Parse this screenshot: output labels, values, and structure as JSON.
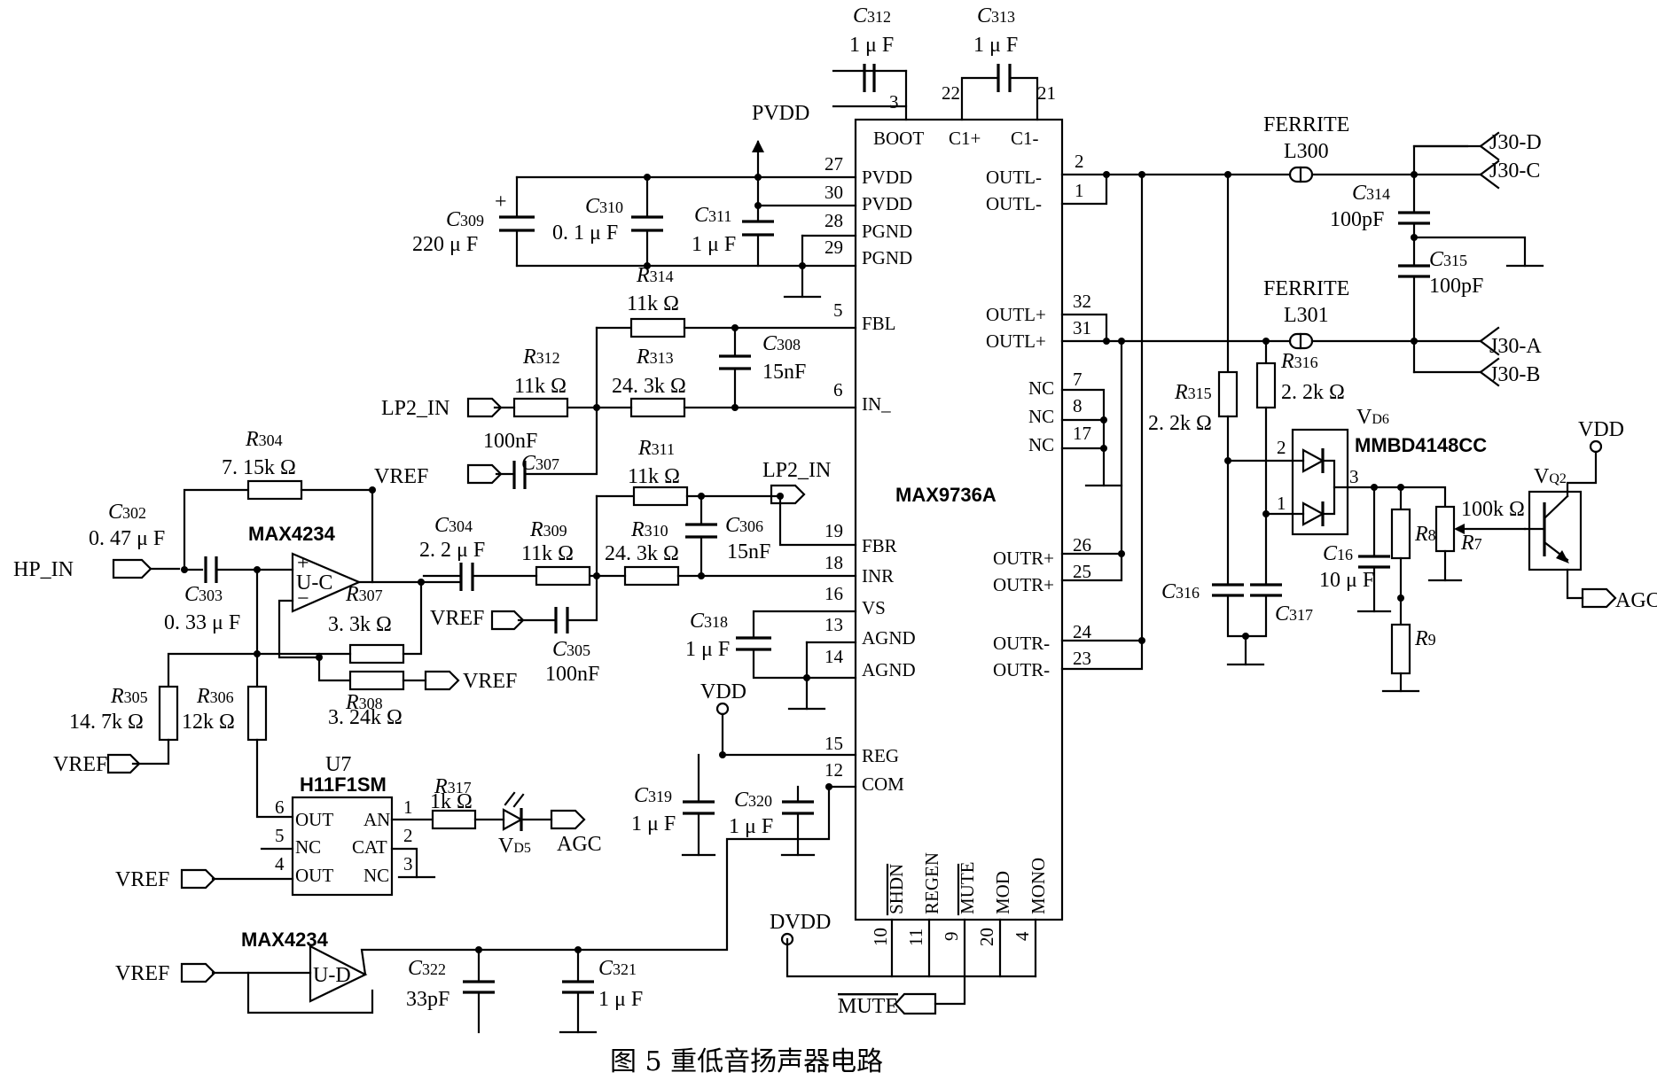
{
  "ic_main": "MAX9736A",
  "opamp_label": "MAX4234",
  "opto": {
    "ref": "U7",
    "part": "H11F1SM"
  },
  "diode_part": "MMBD4148CC",
  "caption": "图 5  重低音扬声器电路",
  "pins_left": [
    {
      "num": "27",
      "name": "PVDD"
    },
    {
      "num": "30",
      "name": "PVDD"
    },
    {
      "num": "28",
      "name": "PGND"
    },
    {
      "num": "29",
      "name": "PGND"
    },
    {
      "num": "5",
      "name": "FBL"
    },
    {
      "num": "6",
      "name": "IN_"
    },
    {
      "num": "19",
      "name": "FBR"
    },
    {
      "num": "18",
      "name": "INR"
    },
    {
      "num": "16",
      "name": "VS"
    },
    {
      "num": "13",
      "name": "AGND"
    },
    {
      "num": "14",
      "name": "AGND"
    },
    {
      "num": "15",
      "name": "REG"
    },
    {
      "num": "12",
      "name": "COM"
    }
  ],
  "pins_right": [
    {
      "num": "2",
      "name": "OUTL-"
    },
    {
      "num": "1",
      "name": "OUTL-"
    },
    {
      "num": "32",
      "name": "OUTL+"
    },
    {
      "num": "31",
      "name": "OUTL+"
    },
    {
      "num": "7",
      "name": "NC"
    },
    {
      "num": "8",
      "name": "NC"
    },
    {
      "num": "17",
      "name": "NC"
    },
    {
      "num": "26",
      "name": "OUTR+"
    },
    {
      "num": "25",
      "name": "OUTR+"
    },
    {
      "num": "24",
      "name": "OUTR-"
    },
    {
      "num": "23",
      "name": "OUTR-"
    }
  ],
  "pins_top": [
    {
      "num": "3",
      "name": "BOOT"
    },
    {
      "num": "22",
      "name": "C1+"
    },
    {
      "num": "21",
      "name": "C1-"
    }
  ],
  "pins_bottom": [
    {
      "num": "10",
      "name": "SHDN"
    },
    {
      "num": "11",
      "name": "REGEN"
    },
    {
      "num": "9",
      "name": "MUTE"
    },
    {
      "num": "20",
      "name": "MOD"
    },
    {
      "num": "4",
      "name": "MONO"
    }
  ],
  "components": {
    "C312": {
      "ref": "C",
      "sub": "312",
      "value": "1 μ F"
    },
    "C313": {
      "ref": "C",
      "sub": "313",
      "value": "1 μ F"
    },
    "C309": {
      "ref": "C",
      "sub": "309",
      "value": "220 μ F"
    },
    "C310": {
      "ref": "C",
      "sub": "310",
      "value": "0. 1 μ F"
    },
    "C311": {
      "ref": "C",
      "sub": "311",
      "value": "1 μ F"
    },
    "R314": {
      "ref": "R",
      "sub": "314",
      "value": "11k Ω"
    },
    "R312": {
      "ref": "R",
      "sub": "312",
      "value": "11k Ω"
    },
    "R313": {
      "ref": "R",
      "sub": "313",
      "value": "24. 3k Ω"
    },
    "C308": {
      "ref": "C",
      "sub": "308",
      "value": "15nF"
    },
    "C307": {
      "ref": "C",
      "sub": "307",
      "value": "100nF"
    },
    "R304": {
      "ref": "R",
      "sub": "304",
      "value": "7. 15k Ω"
    },
    "C302": {
      "ref": "C",
      "sub": "302",
      "value": "0. 47 μ F"
    },
    "C303": {
      "ref": "C",
      "sub": "303",
      "value": "0. 33 μ F"
    },
    "C304": {
      "ref": "C",
      "sub": "304",
      "value": "2. 2 μ F"
    },
    "R311": {
      "ref": "R",
      "sub": "311",
      "value": "11k Ω"
    },
    "R309": {
      "ref": "R",
      "sub": "309",
      "value": "11k Ω"
    },
    "R310": {
      "ref": "R",
      "sub": "310",
      "value": "24. 3k Ω"
    },
    "C306": {
      "ref": "C",
      "sub": "306",
      "value": "15nF"
    },
    "C305": {
      "ref": "C",
      "sub": "305",
      "value": "100nF"
    },
    "R307": {
      "ref": "R",
      "sub": "307",
      "value": "3. 3k Ω"
    },
    "R308": {
      "ref": "R",
      "sub": "308",
      "value": "3. 24k Ω"
    },
    "R305": {
      "ref": "R",
      "sub": "305",
      "value": "14. 7k Ω"
    },
    "R306": {
      "ref": "R",
      "sub": "306",
      "value": "12k Ω"
    },
    "C318": {
      "ref": "C",
      "sub": "318",
      "value": "1 μ F"
    },
    "C319": {
      "ref": "C",
      "sub": "319",
      "value": "1 μ F"
    },
    "C320": {
      "ref": "C",
      "sub": "320",
      "value": "1 μ F"
    },
    "R317": {
      "ref": "R",
      "sub": "317",
      "value": "1k Ω"
    },
    "C322": {
      "ref": "C",
      "sub": "322",
      "value": "33pF"
    },
    "C321": {
      "ref": "C",
      "sub": "321",
      "value": "1 μ F"
    },
    "L300": {
      "type": "FERRITE",
      "ref": "L300"
    },
    "L301": {
      "type": "FERRITE",
      "ref": "L301"
    },
    "C314": {
      "ref": "C",
      "sub": "314",
      "value": "100pF"
    },
    "C315": {
      "ref": "C",
      "sub": "315",
      "value": "100pF"
    },
    "R315": {
      "ref": "R",
      "sub": "315",
      "value": "2. 2k Ω"
    },
    "R316": {
      "ref": "R",
      "sub": "316",
      "value": "2. 2k Ω"
    },
    "C316": {
      "ref": "C",
      "sub": "316"
    },
    "C317": {
      "ref": "C",
      "sub": "317"
    },
    "C16": {
      "ref": "C",
      "sub": "16",
      "value": "10 μ F"
    },
    "R8": {
      "ref": "R",
      "sub": "8"
    },
    "R7": {
      "ref": "R",
      "sub": "7",
      "value": "100k Ω"
    },
    "R9": {
      "ref": "R",
      "sub": "9"
    },
    "VD5": {
      "ref": "V",
      "sub": "D5"
    },
    "VD6": {
      "ref": "V",
      "sub": "D6"
    },
    "VQ2": {
      "ref": "V",
      "sub": "Q2"
    }
  },
  "nets": {
    "pvdd": "PVDD",
    "vdd": "VDD",
    "dvdd": "DVDD",
    "vref": "VREF",
    "agc": "AGC",
    "lp2_in": "LP2_IN",
    "hp_in": "HP_IN",
    "mute": "MUTE",
    "j30a": "J30-A",
    "j30b": "J30-B",
    "j30c": "J30-C",
    "j30d": "J30-D"
  },
  "opamp_units": {
    "a": "U-C",
    "b": "U-D"
  },
  "opto_pins": [
    {
      "num": "6",
      "name": "OUT"
    },
    {
      "num": "5",
      "name": "NC"
    },
    {
      "num": "4",
      "name": "OUT"
    },
    {
      "num": "1",
      "name": "AN"
    },
    {
      "num": "2",
      "name": "CAT"
    },
    {
      "num": "3",
      "name": "NC"
    }
  ],
  "diode_pins": {
    "p1": "1",
    "p2": "2",
    "p3": "3"
  }
}
